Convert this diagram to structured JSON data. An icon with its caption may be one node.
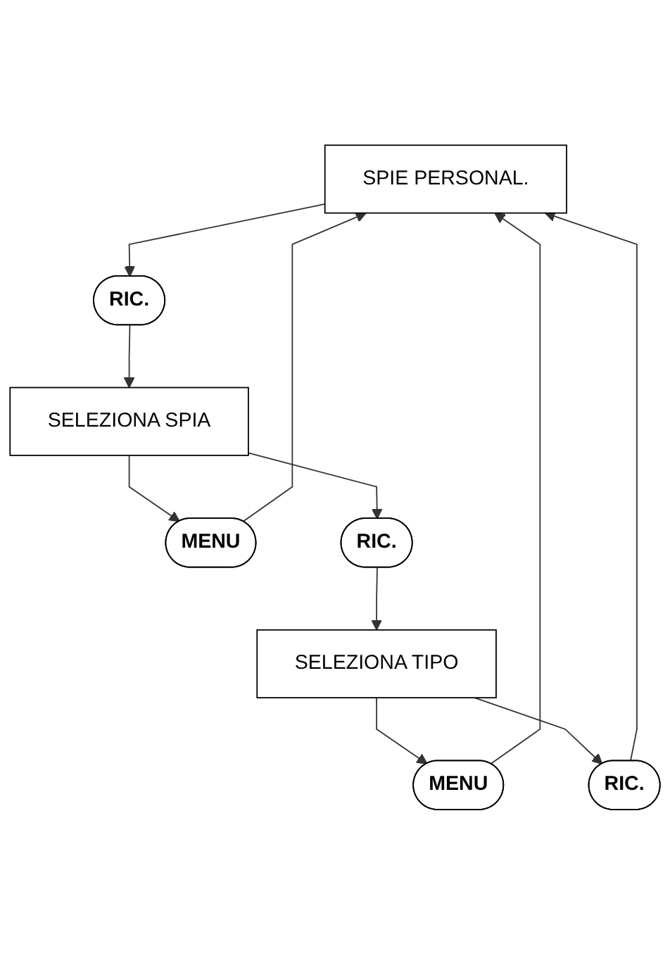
{
  "diagram": {
    "nodes": [
      {
        "text": [
          "SPIE PERSONAL."
        ]
      },
      {
        "text": [
          "RIC."
        ]
      },
      {
        "text": [
          "SELEZIONA SPIA"
        ]
      },
      {
        "text": [
          "MENU"
        ]
      },
      {
        "text": [
          "RIC."
        ]
      },
      {
        "text": [
          "SELEZIONA TIPO"
        ]
      },
      {
        "text": [
          "MENU"
        ]
      },
      {
        "text": [
          "RIC."
        ]
      }
    ],
    "edges": [
      {
        "from": 0,
        "to": 1,
        "arrow": "to"
      },
      {
        "from": 1,
        "to": 2,
        "arrow": "to"
      },
      {
        "from": 2,
        "to": 3,
        "arrow": "to"
      },
      {
        "from": 3,
        "to": 0,
        "arrow": "to"
      },
      {
        "from": 2,
        "to": 4,
        "arrow": "to"
      },
      {
        "from": 4,
        "to": 5,
        "arrow": "to"
      },
      {
        "from": 5,
        "to": 6,
        "arrow": "to"
      },
      {
        "from": 6,
        "to": 0,
        "arrow": "to"
      },
      {
        "from": 5,
        "to": 7,
        "arrow": "to"
      },
      {
        "from": 7,
        "to": 0,
        "arrow": "to"
      }
    ]
  }
}
